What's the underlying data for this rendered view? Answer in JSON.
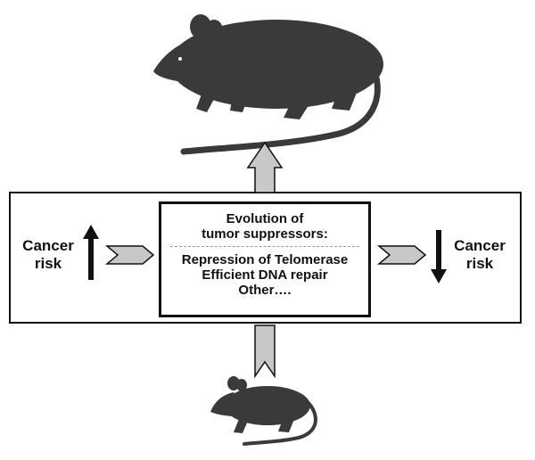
{
  "left": {
    "line1": "Cancer",
    "line2": "risk"
  },
  "right": {
    "line1": "Cancer",
    "line2": "risk"
  },
  "center": {
    "heading_line1": "Evolution of",
    "heading_line2": "tumor suppressors:",
    "items": [
      "Repression of Telomerase",
      "Efficient DNA repair",
      "Other…."
    ]
  },
  "colors": {
    "silhouette": "#3a3a3a",
    "arrow_fill": "#c8c8c8",
    "stroke": "#111111"
  }
}
